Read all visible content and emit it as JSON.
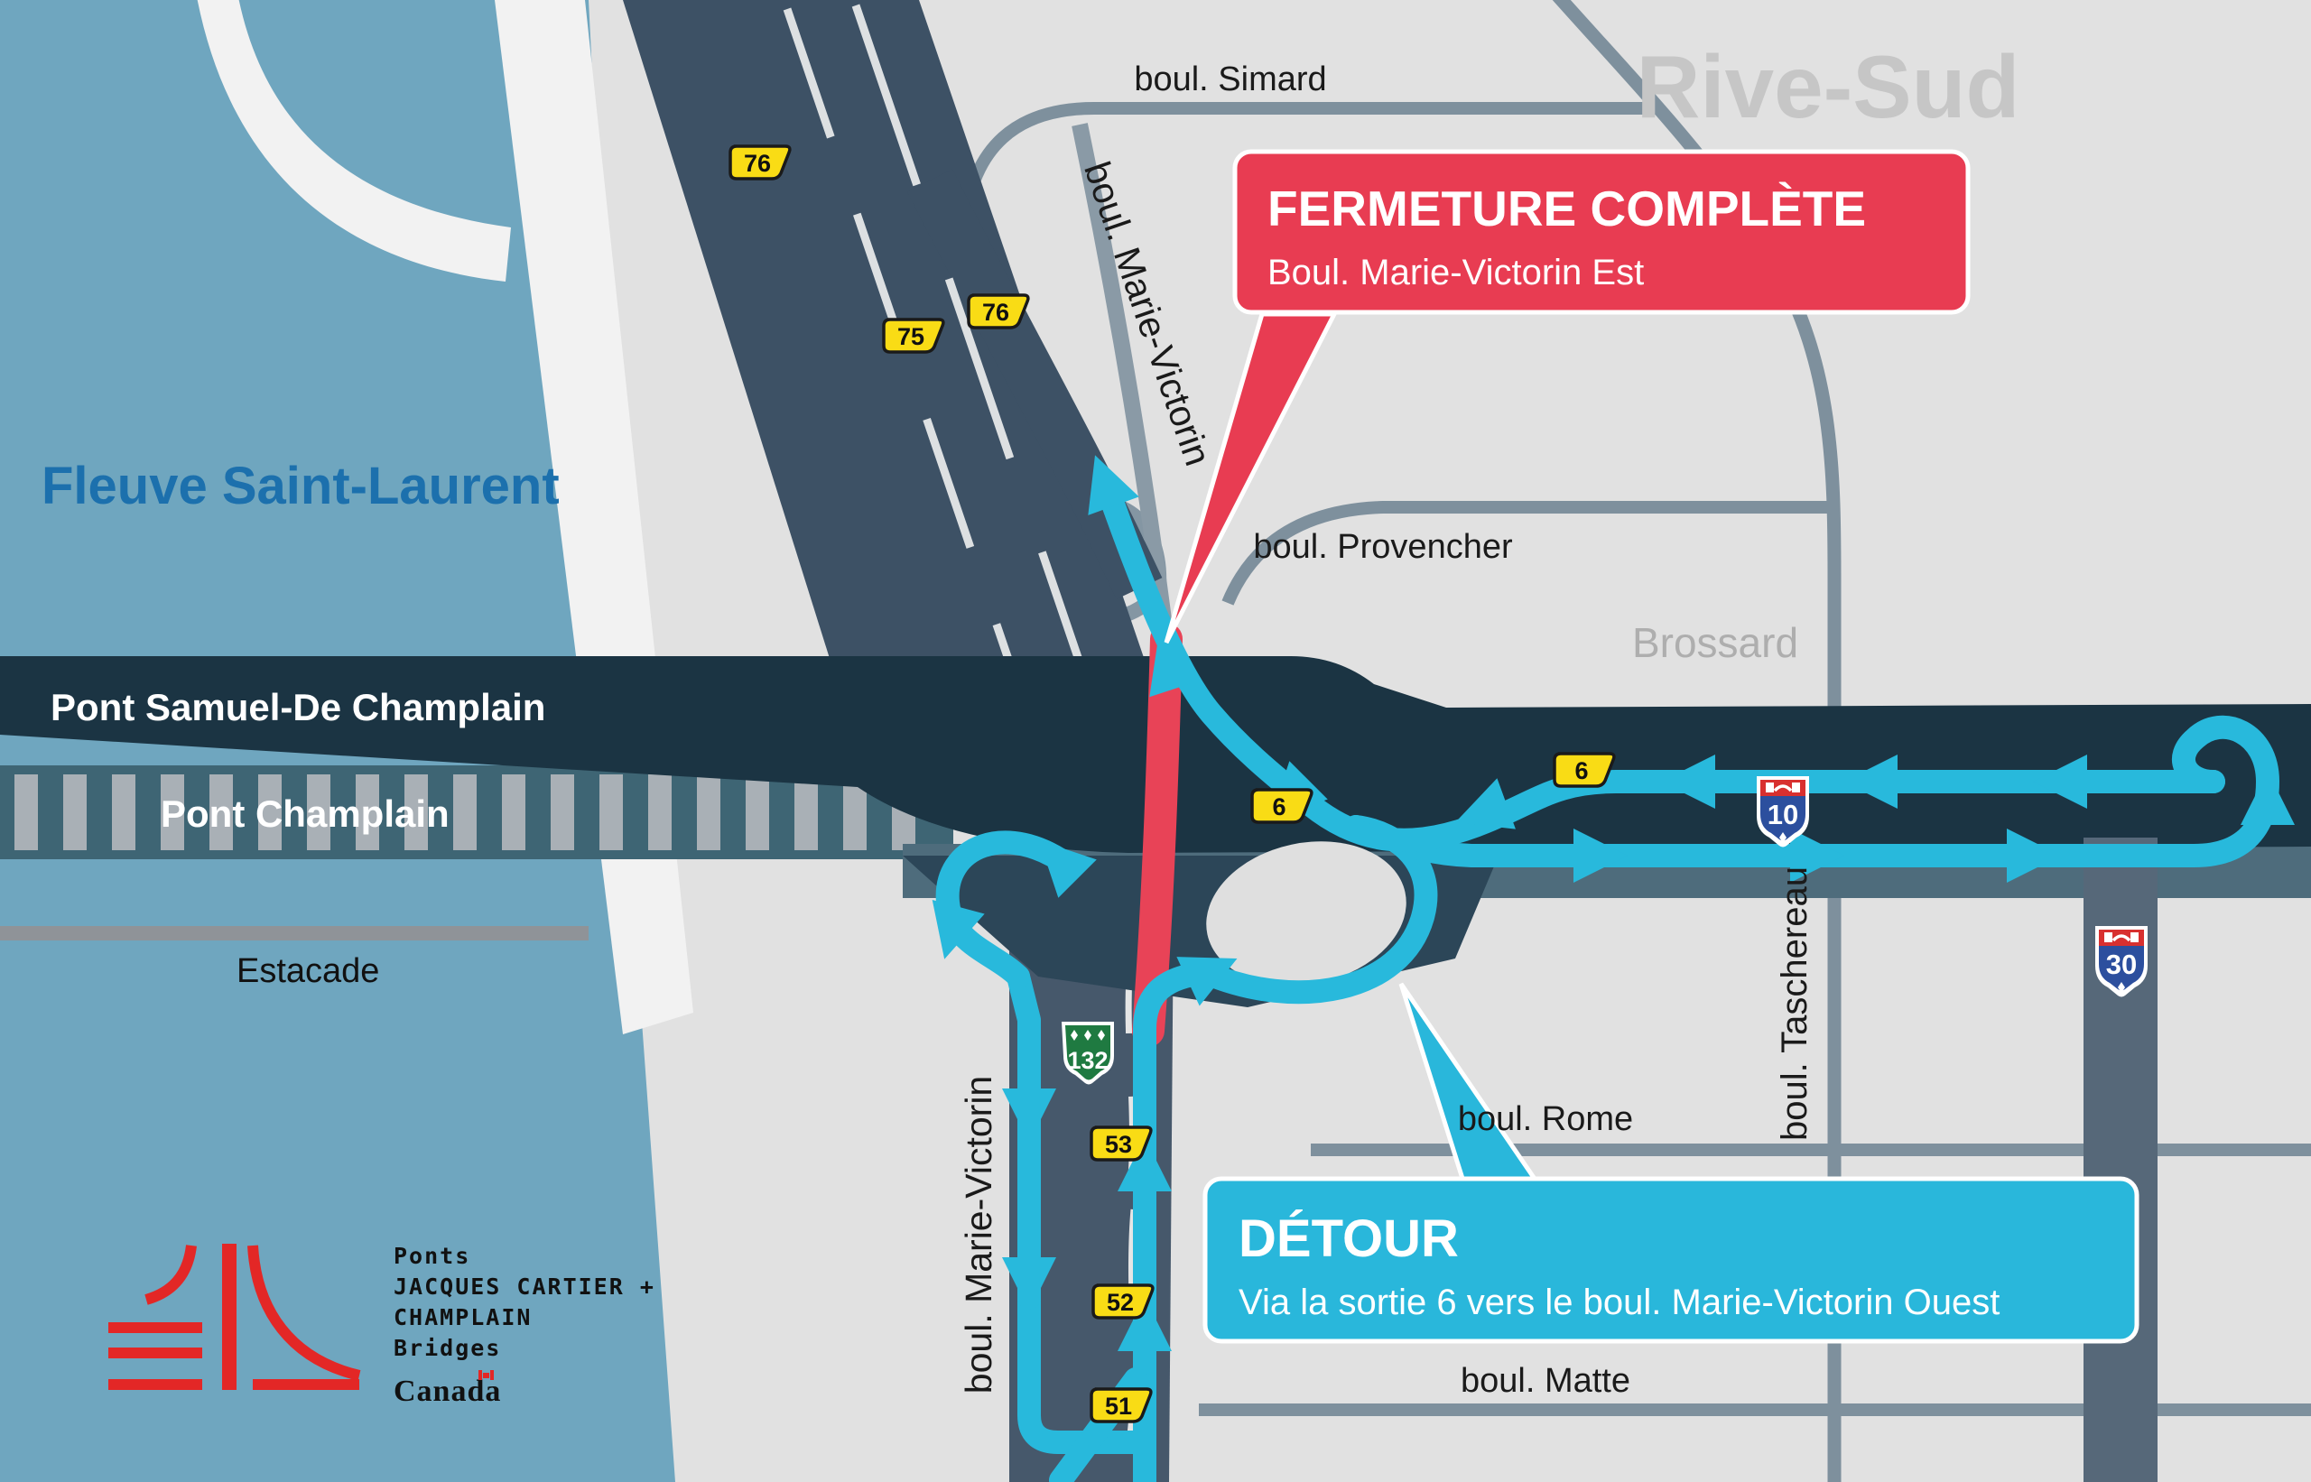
{
  "callouts": {
    "closure": {
      "title": "FERMETURE COMPLÈTE",
      "subtitle": "Boul. Marie-Victorin Est"
    },
    "detour": {
      "title": "DÉTOUR",
      "subtitle": "Via la sortie 6 vers le boul. Marie-Victorin Ouest"
    }
  },
  "labels": {
    "water": "Fleuve Saint-Laurent",
    "region": "Rive-Sud",
    "city": "Brossard",
    "bridge_new": "Pont Samuel-De Champlain",
    "bridge_old": "Pont Champlain",
    "estacade": "Estacade",
    "simard": "boul. Simard",
    "marie_victorin_top": "boul. Marie-Victorin",
    "provencher": "boul. Provencher",
    "rome": "boul. Rome",
    "taschereau": "boul. Taschereau",
    "matte": "boul. Matte",
    "marie_victorin_bottom": "boul. Marie-Victorin"
  },
  "exit_tabs": [
    "76",
    "75",
    "76",
    "6",
    "6",
    "53",
    "52",
    "51"
  ],
  "route_shields": {
    "a10": "10",
    "a30": "30",
    "r132": "132"
  },
  "logo": {
    "line1": "Ponts",
    "line2": "JACQUES CARTIER +",
    "line3": "CHAMPLAIN",
    "line4": "Bridges",
    "wordmark": "Canada"
  },
  "colors": {
    "water": "#6FA6BF",
    "land": "#E1E1E1",
    "island": "#F2F2F2",
    "highway": "#3D5165",
    "corridor_dark": "#1B3443",
    "bridge_old": "#3E6574",
    "stripe": "#A9B0B6",
    "road_gray": "#7E909D",
    "detour": "#28B9DC",
    "closure": "#E84357",
    "callout_red": "#E83C52",
    "callout_cyan": "#29B7DB",
    "exit_tab": "#F9DC15",
    "shield_green": "#1F7A41",
    "shield_blue": "#2C4F9E",
    "shield_red": "#D8302F",
    "logo_red": "#E32726",
    "water_label": "#1C70AD",
    "region_label": "#C6C6C6",
    "city_label": "#AEAEAE"
  }
}
